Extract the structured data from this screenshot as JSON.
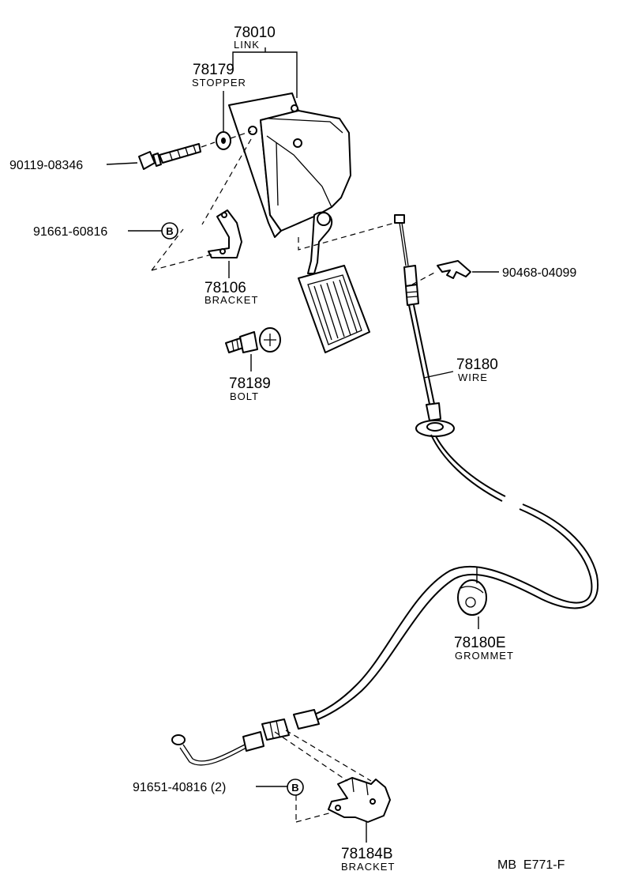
{
  "parts": {
    "link": {
      "number": "78010",
      "name": "LINK"
    },
    "stopper": {
      "number": "78179",
      "name": "STOPPER"
    },
    "bolt_front": {
      "number": "90119-08346"
    },
    "clip_b_upper": {
      "number": "91661-60816",
      "symbol": "B"
    },
    "bracket_upper": {
      "number": "78106",
      "name": "BRACKET"
    },
    "bolt": {
      "number": "78189",
      "name": "BOLT"
    },
    "clip_wire": {
      "number": "90468-04099"
    },
    "wire": {
      "number": "78180",
      "name": "WIRE"
    },
    "grommet": {
      "number": "78180E",
      "name": "GROMMET"
    },
    "clip_b_lower": {
      "number": "91651-40816 (2)",
      "symbol": "B"
    },
    "bracket_lower": {
      "number": "78184B",
      "name": "BRACKET"
    }
  },
  "footer": {
    "code": "MB  E771-F"
  }
}
